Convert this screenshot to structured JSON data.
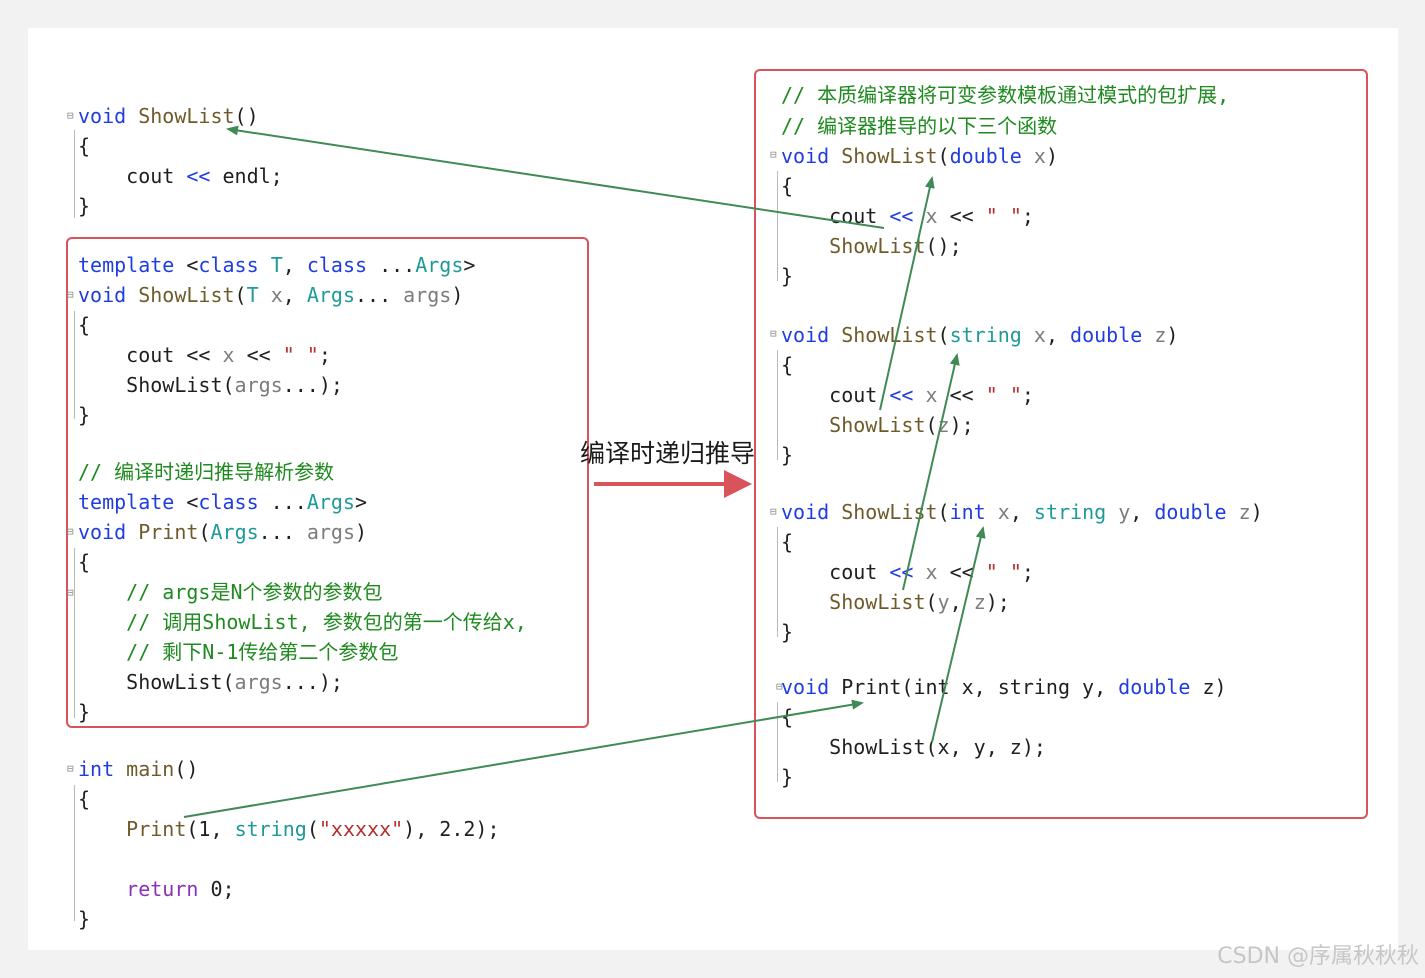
{
  "colors": {
    "keyword": "#1f3de0",
    "function": "#6f5a2a",
    "type_param": "#1f9a9a",
    "param": "#7c7c7c",
    "string": "#b52e2e",
    "comment": "#1f8a1f",
    "control": "#8a32b5",
    "text": "#1f1f1f",
    "box_border": "#d9545a",
    "arrow_green": "#3f8a55",
    "arrow_red": "#d9545a"
  },
  "label": {
    "compile_time": "编译时递归推导"
  },
  "watermark": "CSDN @序属秋秋秋",
  "left_code": [
    [
      [
        "keyword",
        "void"
      ],
      [
        "text",
        " "
      ],
      [
        "function",
        "ShowList"
      ],
      [
        "text",
        "()"
      ]
    ],
    [
      [
        "text",
        "{"
      ]
    ],
    [
      [
        "text",
        "    cout "
      ],
      [
        "keyword",
        "<<"
      ],
      [
        "text",
        " endl;"
      ]
    ],
    [
      [
        "text",
        "}"
      ]
    ],
    [
      [
        "keyword",
        "template"
      ],
      [
        "text",
        " <"
      ],
      [
        "keyword",
        "class"
      ],
      [
        "text",
        " "
      ],
      [
        "type_param",
        "T"
      ],
      [
        "text",
        ", "
      ],
      [
        "keyword",
        "class"
      ],
      [
        "text",
        " ..."
      ],
      [
        "type_param",
        "Args"
      ],
      [
        "text",
        ">"
      ]
    ],
    [
      [
        "keyword",
        "void"
      ],
      [
        "text",
        " "
      ],
      [
        "function",
        "ShowList"
      ],
      [
        "text",
        "("
      ],
      [
        "type_param",
        "T"
      ],
      [
        "text",
        " "
      ],
      [
        "param",
        "x"
      ],
      [
        "text",
        ", "
      ],
      [
        "type_param",
        "Args"
      ],
      [
        "text",
        "... "
      ],
      [
        "param",
        "args"
      ],
      [
        "text",
        ")"
      ]
    ],
    [
      [
        "text",
        "{"
      ]
    ],
    [
      [
        "text",
        "    cout << "
      ],
      [
        "param",
        "x"
      ],
      [
        "text",
        " << "
      ],
      [
        "string",
        "\" \""
      ],
      [
        "text",
        ";"
      ]
    ],
    [
      [
        "text",
        "    ShowList("
      ],
      [
        "param",
        "args"
      ],
      [
        "text",
        "...);"
      ]
    ],
    [
      [
        "text",
        "}"
      ]
    ],
    [
      [
        "comment",
        "// 编译时递归推导解析参数"
      ]
    ],
    [
      [
        "keyword",
        "template"
      ],
      [
        "text",
        " <"
      ],
      [
        "keyword",
        "class"
      ],
      [
        "text",
        " ..."
      ],
      [
        "type_param",
        "Args"
      ],
      [
        "text",
        ">"
      ]
    ],
    [
      [
        "keyword",
        "void"
      ],
      [
        "text",
        " "
      ],
      [
        "function",
        "Print"
      ],
      [
        "text",
        "("
      ],
      [
        "type_param",
        "Args"
      ],
      [
        "text",
        "... "
      ],
      [
        "param",
        "args"
      ],
      [
        "text",
        ")"
      ]
    ],
    [
      [
        "text",
        "{"
      ]
    ],
    [
      [
        "comment",
        "    // args是N个参数的参数包"
      ]
    ],
    [
      [
        "comment",
        "    // 调用ShowList, 参数包的第一个传给x,"
      ]
    ],
    [
      [
        "comment",
        "    // 剩下N-1传给第二个参数包"
      ]
    ],
    [
      [
        "text",
        "    ShowList("
      ],
      [
        "param",
        "args"
      ],
      [
        "text",
        "...);"
      ]
    ],
    [
      [
        "text",
        "}"
      ]
    ],
    [
      [
        "keyword",
        "int"
      ],
      [
        "text",
        " "
      ],
      [
        "function",
        "main"
      ],
      [
        "text",
        "()"
      ]
    ],
    [
      [
        "text",
        "{"
      ]
    ],
    [
      [
        "text",
        "    "
      ],
      [
        "function",
        "Print"
      ],
      [
        "text",
        "(1, "
      ],
      [
        "type_param",
        "string"
      ],
      [
        "text",
        "("
      ],
      [
        "string",
        "\"xxxxx\""
      ],
      [
        "text",
        "), 2.2);"
      ]
    ],
    [
      [
        "text",
        ""
      ]
    ],
    [
      [
        "text",
        "    "
      ],
      [
        "control",
        "return"
      ],
      [
        "text",
        " 0;"
      ]
    ],
    [
      [
        "text",
        "}"
      ]
    ]
  ],
  "right_code": [
    [
      [
        "comment",
        "// 本质编译器将可变参数模板通过模式的包扩展,"
      ]
    ],
    [
      [
        "comment",
        "// 编译器推导的以下三个函数"
      ]
    ],
    [
      [
        "keyword",
        "void"
      ],
      [
        "text",
        " "
      ],
      [
        "function",
        "ShowList"
      ],
      [
        "text",
        "("
      ],
      [
        "keyword",
        "double"
      ],
      [
        "text",
        " "
      ],
      [
        "param",
        "x"
      ],
      [
        "text",
        ")"
      ]
    ],
    [
      [
        "text",
        "{"
      ]
    ],
    [
      [
        "text",
        "    cout "
      ],
      [
        "keyword",
        "<<"
      ],
      [
        "text",
        " "
      ],
      [
        "param",
        "x"
      ],
      [
        "text",
        " << "
      ],
      [
        "string",
        "\" \""
      ],
      [
        "text",
        ";"
      ]
    ],
    [
      [
        "text",
        "    "
      ],
      [
        "function",
        "ShowList"
      ],
      [
        "text",
        "();"
      ]
    ],
    [
      [
        "text",
        "}"
      ]
    ],
    [
      [
        "keyword",
        "void"
      ],
      [
        "text",
        " "
      ],
      [
        "function",
        "ShowList"
      ],
      [
        "text",
        "("
      ],
      [
        "type_param",
        "string"
      ],
      [
        "text",
        " "
      ],
      [
        "param",
        "x"
      ],
      [
        "text",
        ", "
      ],
      [
        "keyword",
        "double"
      ],
      [
        "text",
        " "
      ],
      [
        "param",
        "z"
      ],
      [
        "text",
        ")"
      ]
    ],
    [
      [
        "text",
        "{"
      ]
    ],
    [
      [
        "text",
        "    cout "
      ],
      [
        "keyword",
        "<<"
      ],
      [
        "text",
        " "
      ],
      [
        "param",
        "x"
      ],
      [
        "text",
        " << "
      ],
      [
        "string",
        "\" \""
      ],
      [
        "text",
        ";"
      ]
    ],
    [
      [
        "text",
        "    "
      ],
      [
        "function",
        "ShowList"
      ],
      [
        "text",
        "("
      ],
      [
        "param",
        "z"
      ],
      [
        "text",
        ");"
      ]
    ],
    [
      [
        "text",
        "}"
      ]
    ],
    [
      [
        "keyword",
        "void"
      ],
      [
        "text",
        " "
      ],
      [
        "function",
        "ShowList"
      ],
      [
        "text",
        "("
      ],
      [
        "keyword",
        "int"
      ],
      [
        "text",
        " "
      ],
      [
        "param",
        "x"
      ],
      [
        "text",
        ", "
      ],
      [
        "type_param",
        "string"
      ],
      [
        "text",
        " "
      ],
      [
        "param",
        "y"
      ],
      [
        "text",
        ", "
      ],
      [
        "keyword",
        "double"
      ],
      [
        "text",
        " "
      ],
      [
        "param",
        "z"
      ],
      [
        "text",
        ")"
      ]
    ],
    [
      [
        "text",
        "{"
      ]
    ],
    [
      [
        "text",
        "    cout "
      ],
      [
        "keyword",
        "<<"
      ],
      [
        "text",
        " "
      ],
      [
        "param",
        "x"
      ],
      [
        "text",
        " << "
      ],
      [
        "string",
        "\" \""
      ],
      [
        "text",
        ";"
      ]
    ],
    [
      [
        "text",
        "    "
      ],
      [
        "function",
        "ShowList"
      ],
      [
        "text",
        "("
      ],
      [
        "param",
        "y"
      ],
      [
        "text",
        ", "
      ],
      [
        "param",
        "z"
      ],
      [
        "text",
        ");"
      ]
    ],
    [
      [
        "text",
        "}"
      ]
    ],
    [
      [
        "keyword",
        "void"
      ],
      [
        "text",
        " "
      ],
      [
        "text",
        "Print(int x, string y, "
      ],
      [
        "keyword",
        "double"
      ],
      [
        "text",
        " z)"
      ]
    ],
    [
      [
        "text",
        "{"
      ]
    ],
    [
      [
        "text",
        "    ShowList(x, y, z);"
      ]
    ],
    [
      [
        "text",
        "}"
      ]
    ]
  ]
}
